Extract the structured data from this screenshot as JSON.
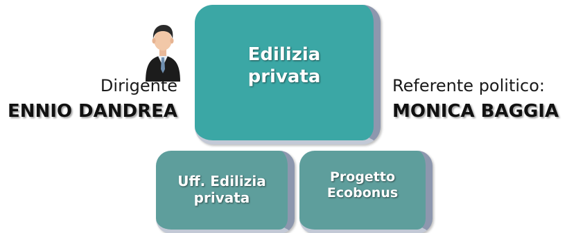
{
  "dirigente": {
    "role": "Dirigente",
    "name": "ENNIO DANDREA"
  },
  "referente": {
    "role": "Referente politico:",
    "name": "MONICA BAGGIA"
  },
  "main_box": {
    "line1": "Edilizia",
    "line2": "privata"
  },
  "sub_boxes": [
    {
      "line1": "Uff. Edilizia",
      "line2": "privata"
    },
    {
      "line1": "Progetto",
      "line2": "Ecobonus"
    }
  ],
  "icons": {
    "person": "businessman-icon"
  },
  "colors": {
    "main_box": "#3ba7a5",
    "sub_box": "#5e9e9c",
    "box_edge": "#8d97ae"
  }
}
